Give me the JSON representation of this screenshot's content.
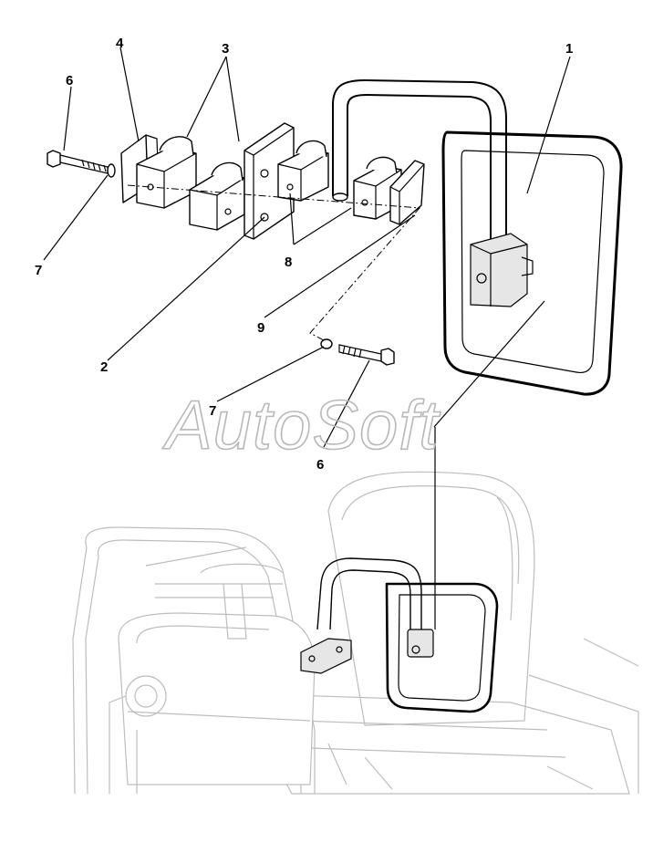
{
  "watermark": "AutoSoft",
  "callouts": {
    "c1": "1",
    "c2": "2",
    "c3": "3",
    "c4": "4",
    "c6_top": "6",
    "c6_bottom": "6",
    "c7_top": "7",
    "c7_bottom": "7",
    "c8": "8",
    "c9": "9"
  },
  "colors": {
    "line": "#000000",
    "ghost_line": "#bdbdbd",
    "watermark_outline": "#b8b8b8",
    "background": "#ffffff"
  }
}
